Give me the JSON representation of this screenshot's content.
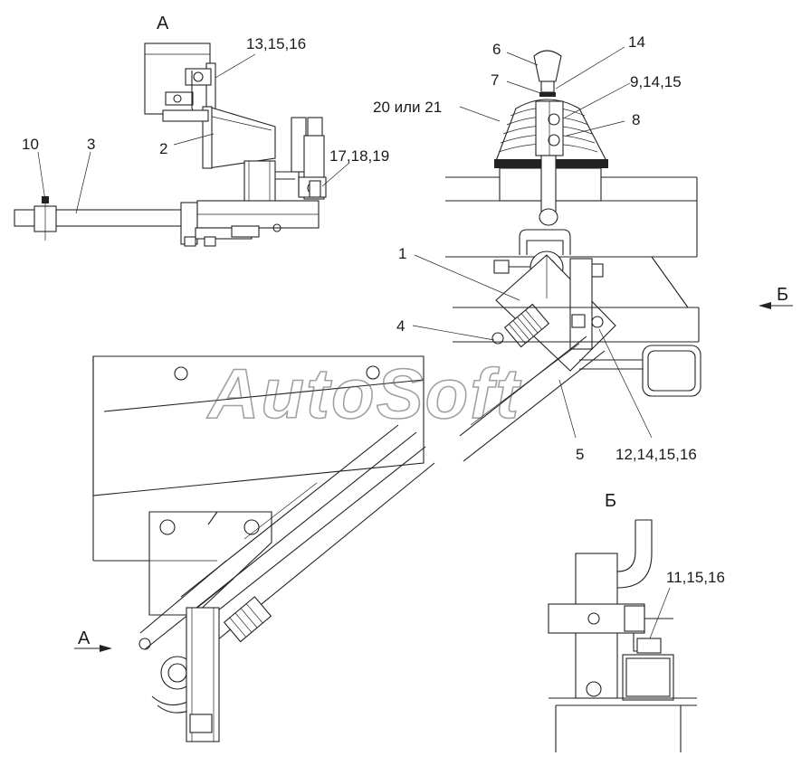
{
  "view_labels": {
    "a_top": "А",
    "a_arrow": "А",
    "b_top": "Б",
    "b_arrow": "Б"
  },
  "callouts": {
    "c13": "13,15,16",
    "c2": "2",
    "c10": "10",
    "c3": "3",
    "c17": "17,18,19",
    "c6": "6",
    "c14": "14",
    "c7": "7",
    "c9": "9,14,15",
    "c20": "20 или 21",
    "c8": "8",
    "c1": "1",
    "c4": "4",
    "c5": "5",
    "c12": "12,14,15,16",
    "c11": "11,15,16"
  },
  "watermark": "AutoSoft"
}
